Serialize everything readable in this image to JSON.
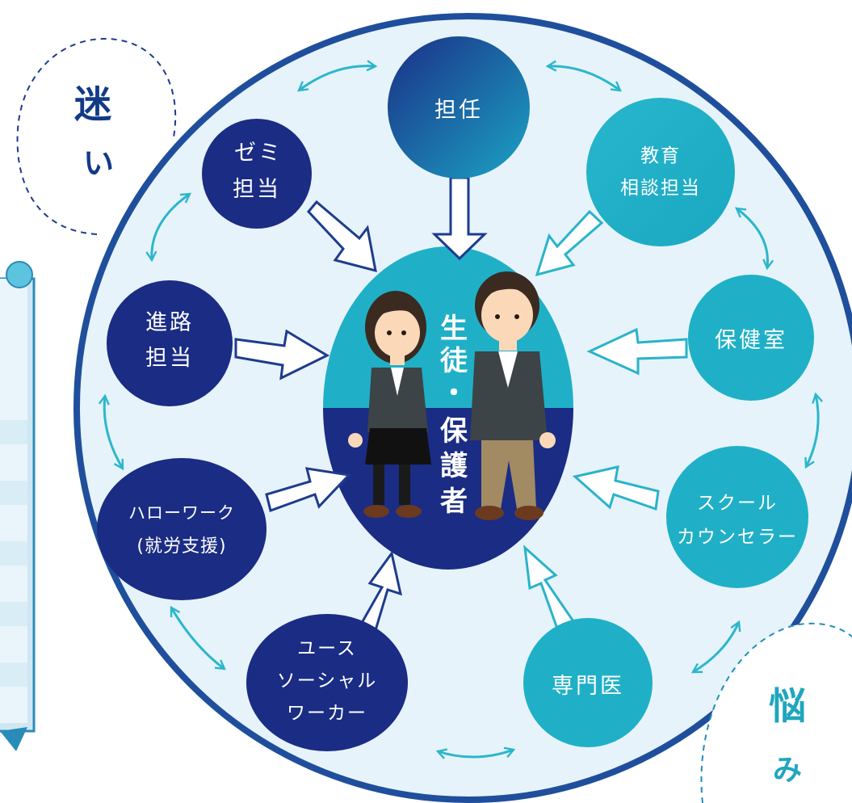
{
  "badges": {
    "top_left": [
      "迷",
      "い"
    ],
    "bottom_right": [
      "悩",
      "み"
    ]
  },
  "center": {
    "label_chars": [
      "生",
      "徒",
      "・",
      "保",
      "護",
      "者"
    ]
  },
  "nodes": [
    {
      "id": "homeroom",
      "lines": [
        "担任"
      ],
      "color": "#1d3c8e"
    },
    {
      "id": "counseling",
      "lines": [
        "教育",
        "相談担当"
      ],
      "color": "#1fb0c7"
    },
    {
      "id": "infirmary",
      "lines": [
        "保健室"
      ],
      "color": "#1fb0c7"
    },
    {
      "id": "school-counselor",
      "lines": [
        "スクール",
        "カウンセラー"
      ],
      "color": "#1fb0c7"
    },
    {
      "id": "specialist",
      "lines": [
        "専門医"
      ],
      "color": "#1fb0c7"
    },
    {
      "id": "youth-worker",
      "lines": [
        "ユース",
        "ソーシャル",
        "ワーカー"
      ],
      "color": "#1a2c84"
    },
    {
      "id": "hello-work",
      "lines": [
        "ハローワーク",
        "(就労支援)"
      ],
      "color": "#1a2c84"
    },
    {
      "id": "career",
      "lines": [
        "進路",
        "担当"
      ],
      "color": "#1a2c84"
    },
    {
      "id": "seminar",
      "lines": [
        "ゼミ",
        "担当"
      ],
      "color": "#1a2c84"
    }
  ],
  "colors": {
    "ring": "#1f4f9c",
    "ring_fill": "#e6f3fa",
    "navy": "#1a2c84",
    "teal": "#1fb0c7",
    "arrow_outline_dark": "#1d3c8e",
    "arrow_outline_light": "#2ab3cb",
    "link_arrow": "#2cb6cc"
  }
}
